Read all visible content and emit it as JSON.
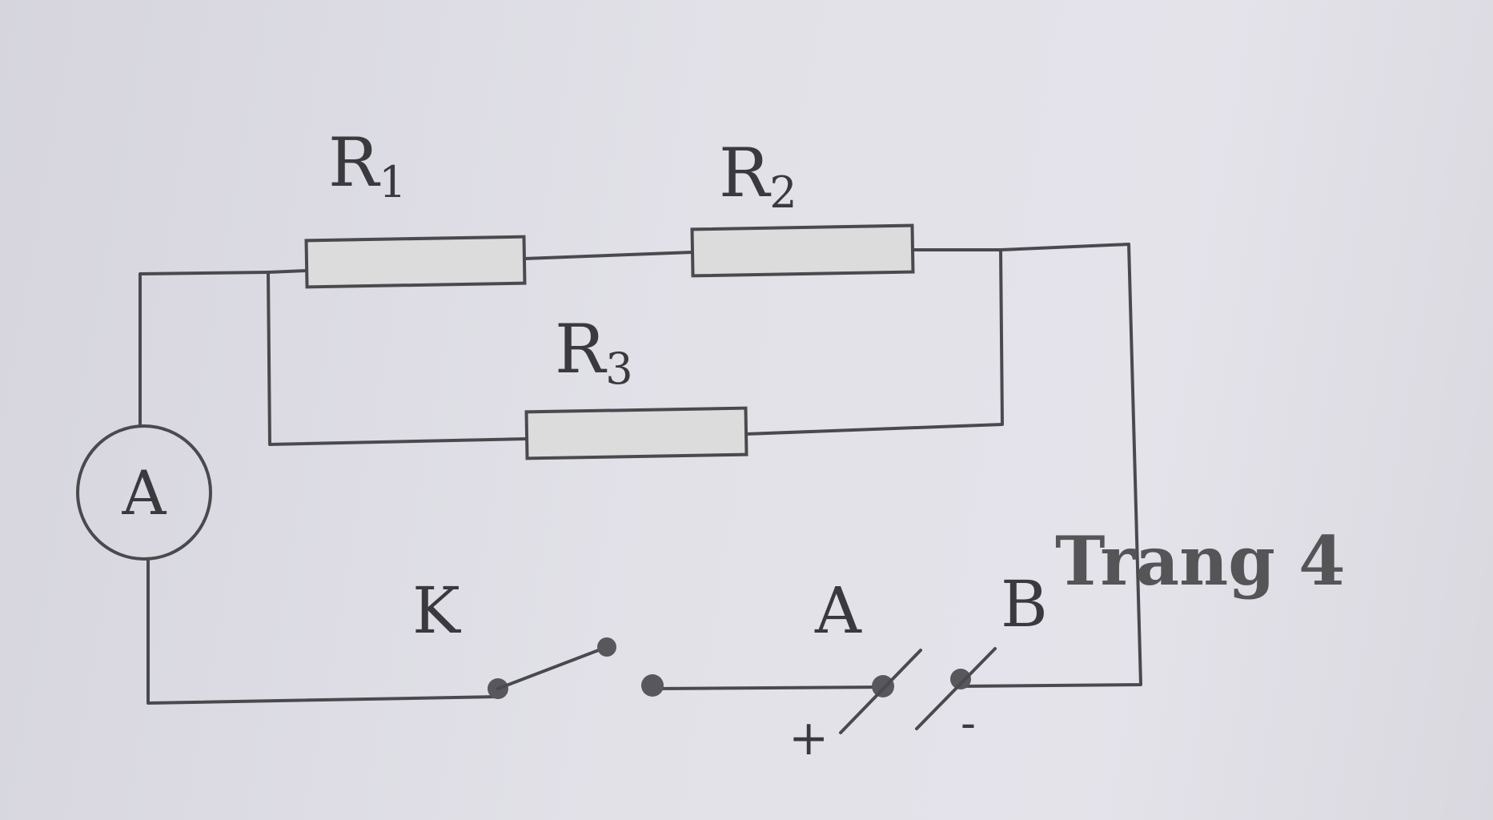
{
  "diagram": {
    "resistors": [
      {
        "letter": "R",
        "sub": "1"
      },
      {
        "letter": "R",
        "sub": "2"
      },
      {
        "letter": "R",
        "sub": "3"
      }
    ],
    "ammeter": {
      "label": "A"
    },
    "switch": {
      "label": "K"
    },
    "terminals": {
      "a": "A",
      "b": "B"
    },
    "polarity": {
      "plus": "+",
      "minus": "-"
    },
    "page_label": "Trang 4"
  },
  "colors": {
    "wire": "#4a4a4e",
    "resistor_fill": "#dcdcdc",
    "paper": "#e2e1e8"
  }
}
